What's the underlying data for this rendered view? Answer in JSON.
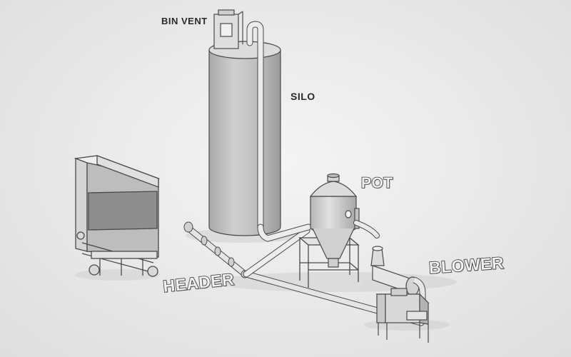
{
  "labels": {
    "bin_vent": "BIN VENT",
    "silo": "SILO",
    "pot": "POT",
    "header": "HEADER",
    "blower": "BLOWER"
  },
  "colors": {
    "background": "#e6e6e6",
    "metal_light": "#d7d7d7",
    "metal_dark": "#9c9c9c",
    "outline": "#4a4a4a",
    "label_dark": "#2a2a2a"
  }
}
